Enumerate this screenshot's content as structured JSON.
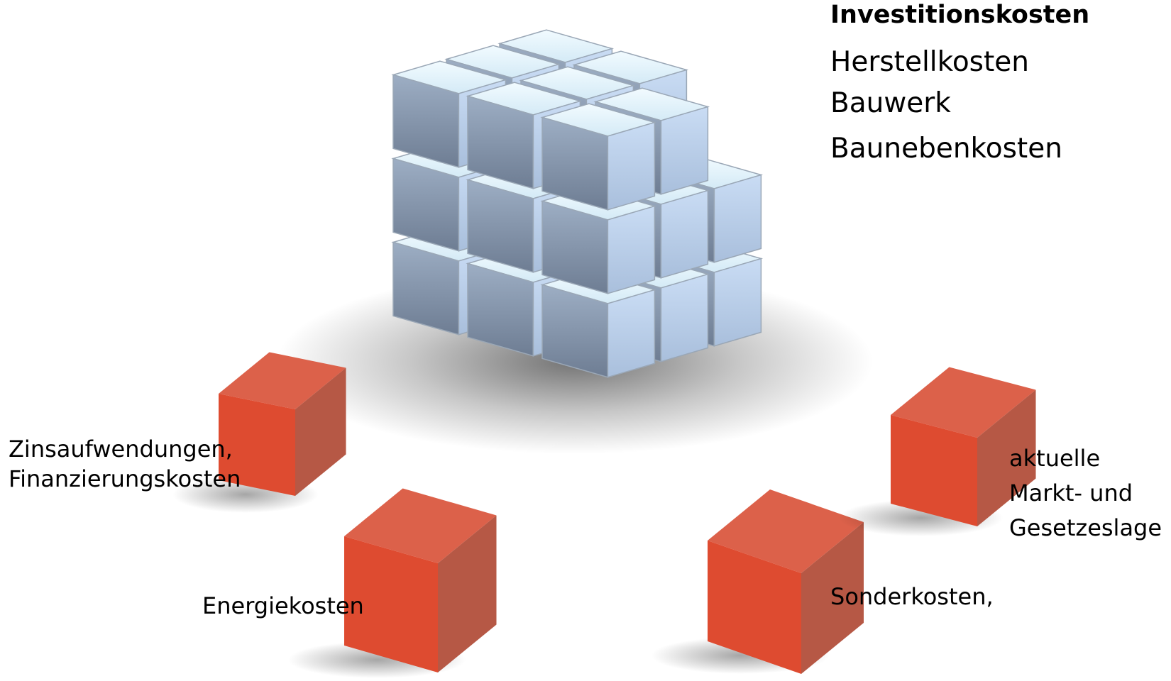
{
  "main_block": {
    "title": "Investitionskosten",
    "items": [
      "Herstellkosten",
      "Bauwerk",
      "Baunebenkosten"
    ],
    "color": "#b8c8e4"
  },
  "satellite_blocks": [
    {
      "lines": [
        "Zinsaufwendungen,",
        "Finanzierungskosten"
      ]
    },
    {
      "lines": [
        "Energiekosten"
      ]
    },
    {
      "lines": [
        "Sonderkosten,"
      ]
    },
    {
      "lines": [
        "aktuelle",
        "Markt- und",
        "Gesetzeslage"
      ]
    }
  ],
  "colors": {
    "satellite_front": "#de4b30",
    "satellite_top": "#dc614a",
    "satellite_side": "#b65845"
  }
}
